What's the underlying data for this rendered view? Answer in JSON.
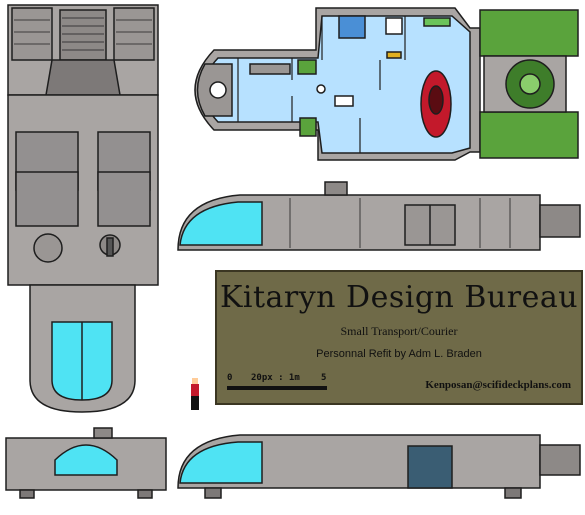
{
  "title_panel": {
    "title": "Kitaryn Design Bureau",
    "subtitle": "Small Transport/Courier",
    "refit_credit": "Personnal Refit by Adm L. Braden",
    "email": "Kenposan@scifideckplans.com",
    "scale_start": "0",
    "scale_text": "20px : 1m",
    "scale_end": "5"
  },
  "colors": {
    "hull": "#a9a5a3",
    "hull_dark": "#7d7978",
    "outline": "#1e1e1e",
    "canopy": "#4fe3f3",
    "deck_floor": "#b7e1ff",
    "engine_green": "#5aa33c",
    "panel_bg": "#6f6a48",
    "vehicle_red": "#c3192b"
  }
}
